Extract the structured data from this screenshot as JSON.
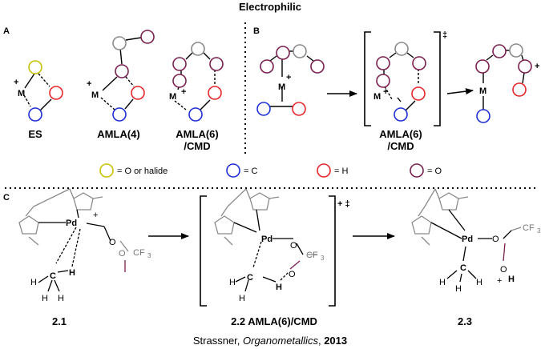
{
  "colors": {
    "yellow": "#c8c20a",
    "blue": "#1f2fd6",
    "red": "#e8262a",
    "purple": "#7a1f4e",
    "gray": "#8a8a8a",
    "black": "#000000"
  },
  "header": {
    "title": "Electrophilic"
  },
  "panel_a": {
    "letter": "A",
    "es": {
      "metal": "M",
      "charge": "+",
      "caption": "ES"
    },
    "amla4": {
      "metal": "M",
      "charge": "+",
      "caption": "AMLA(4)"
    },
    "amla6": {
      "metal": "M",
      "charge": "+",
      "caption_line1": "AMLA(6)",
      "caption_line2": "/CMD"
    }
  },
  "panel_b": {
    "letter": "B",
    "reactant": {
      "metal": "M",
      "charge": "+"
    },
    "ts": {
      "metal": "M",
      "charge": "+",
      "dagger": "‡",
      "caption_line1": "AMLA(6)",
      "caption_line2": "/CMD"
    },
    "product": {
      "metal": "M",
      "charge": "+"
    }
  },
  "legend": {
    "yellow_label": "= O or halide",
    "blue_label": "= C",
    "red_label": "= H",
    "purple_label": "= O"
  },
  "panel_c": {
    "letter": "C",
    "pd": "Pd",
    "plus": "+",
    "o": "O",
    "cf3": "CF",
    "cf3_sub": "3",
    "c": "C",
    "h": "H",
    "ts_charge": "+ ‡",
    "label_21": "2.1",
    "label_22": "2.2  AMLA(6)/CMD",
    "label_23": "2.3"
  },
  "citation": {
    "author": "Strassner, ",
    "journal": "Organometallics",
    "sep": ", ",
    "year": "2013"
  }
}
